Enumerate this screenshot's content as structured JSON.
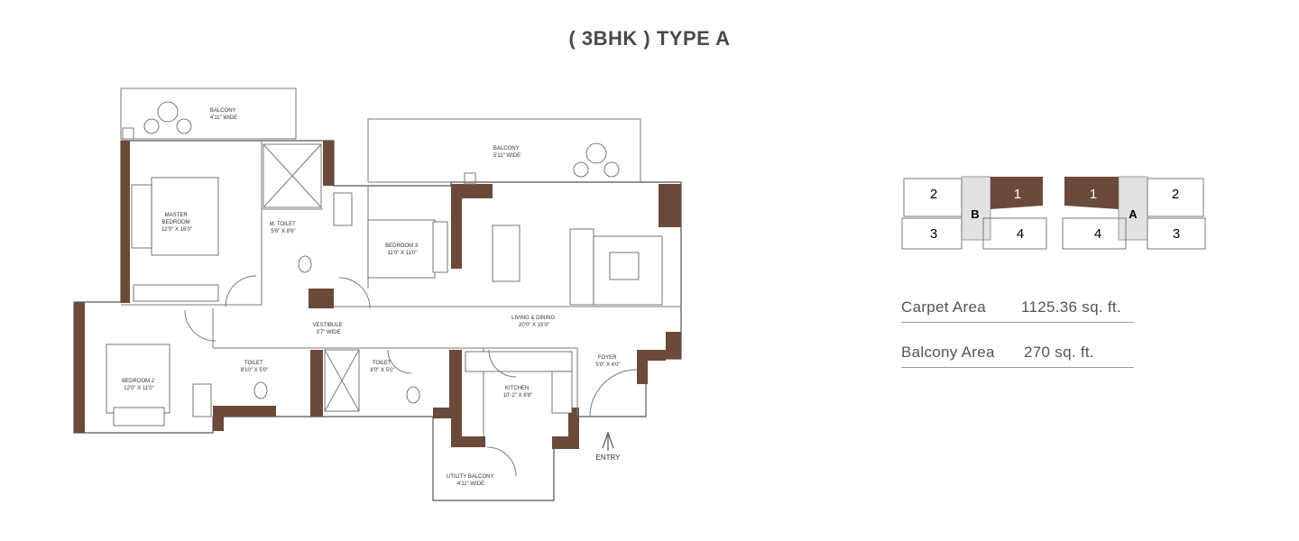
{
  "title": "( 3BHK ) TYPE A",
  "floor_plan": {
    "rooms": {
      "balcony_master": [
        "BALCONY",
        "4'11\" WIDE"
      ],
      "balcony_main": [
        "BALCONY",
        "5'11\" WIDE"
      ],
      "master_bedroom": [
        "MASTER",
        "BEDROOM",
        "12'0\" X 16'0\""
      ],
      "m_toilet": [
        "M. TOILET",
        "5'6\" X 8'6\""
      ],
      "bedroom_3": [
        "BEDROOM 3",
        "11'0\" X 11'0\""
      ],
      "living_dining": [
        "LIVING & DINING",
        "20'0\" X 15'0\""
      ],
      "vestibule": [
        "VESTIBULE",
        "3'7\" WIDE"
      ],
      "bedroom_2": [
        "BEDROOM 2",
        "12'0\" X 11'0\""
      ],
      "toilet_1": [
        "TOILET",
        "8'10\" X 5'0\""
      ],
      "toilet_2": [
        "TOILET",
        "8'0\" X 5'0\""
      ],
      "kitchen": [
        "KITCHEN",
        "10'-2\" X 8'8\""
      ],
      "foyer": [
        "FOYER",
        "5'0\" X 4'0\""
      ],
      "utility_balcony": [
        "UTILITY BALCONY",
        "4'11\" WIDE"
      ]
    },
    "entry_label": "ENTRY"
  },
  "key_plan": {
    "group_b": {
      "center": "B",
      "units": [
        "2",
        "1",
        "3",
        "4"
      ]
    },
    "group_a": {
      "center": "A",
      "units": [
        "1",
        "2",
        "4",
        "3"
      ]
    },
    "highlight_color": "#6b4a3a",
    "unit_color": "#ffffff",
    "core_color": "#e2e2e2"
  },
  "areas": [
    {
      "label": "Carpet Area",
      "value": "1125.36 sq. ft."
    },
    {
      "label": "Balcony Area",
      "value": "270 sq. ft."
    }
  ]
}
